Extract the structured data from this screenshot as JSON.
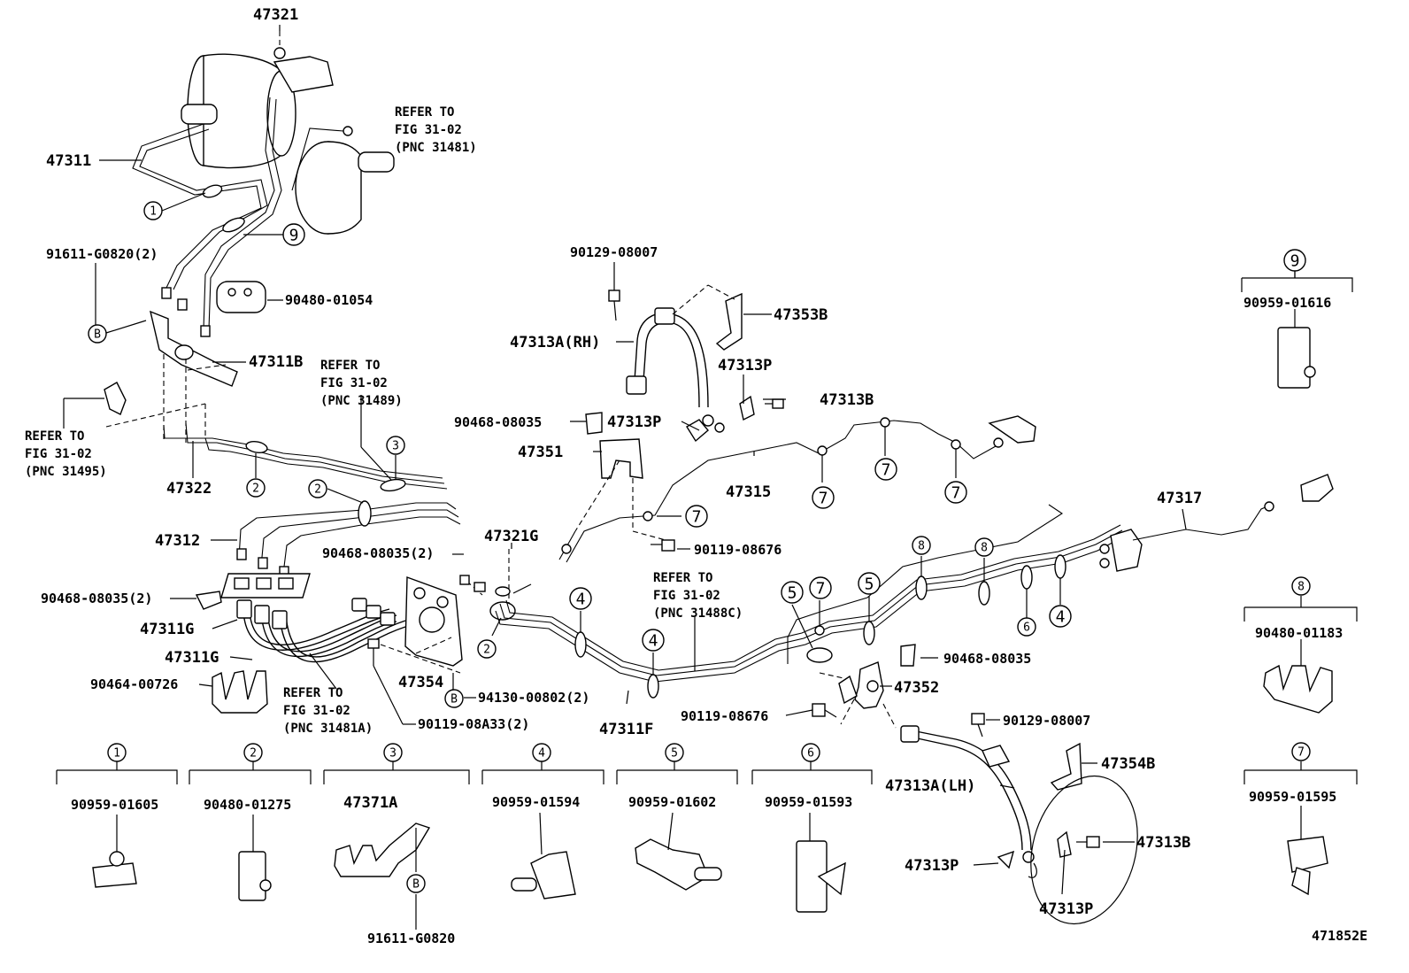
{
  "figure_id": "471852E",
  "parts": {
    "p47321": "47321",
    "p47311": "47311",
    "p91611g0820_2": "91611-G0820(2)",
    "p90480_01054": "90480-01054",
    "p47311b": "47311B",
    "p47322": "47322",
    "p47312": "47312",
    "p90468_08035_2a": "90468-08035(2)",
    "p90468_08035_2b": "90468-08035(2)",
    "p47311g_a": "47311G",
    "p47311g_b": "47311G",
    "p90464_00726": "90464-00726",
    "p47354": "47354",
    "p94130_00802_2": "94130-00802(2)",
    "p90119_08a33_2": "90119-08A33(2)",
    "p47321g": "47321G",
    "p90129_08007a": "90129-08007",
    "p47313a_rh": "47313A(RH)",
    "p47353b": "47353B",
    "p47313p_a": "47313P",
    "p47313b_a": "47313B",
    "p90468_08035a": "90468-08035",
    "p47313p_b": "47313P",
    "p47351": "47351",
    "p47315": "47315",
    "p90119_08676a": "90119-08676",
    "p47317": "47317",
    "p47311f": "47311F",
    "p90468_08035c": "90468-08035",
    "p47352": "47352",
    "p90119_08676b": "90119-08676",
    "p90129_08007b": "90129-08007",
    "p47354b": "47354B",
    "p47313a_lh": "47313A(LH)",
    "p47313b_b": "47313B",
    "p47313p_c": "47313P",
    "p47313p_d": "47313P",
    "p47371a": "47371A",
    "p91611g0820": "91611-G0820"
  },
  "callout_letter": "B",
  "refer_notes": [
    {
      "line1": "REFER TO",
      "line2": "FIG 31-02",
      "line3": "(PNC 31481)"
    },
    {
      "line1": "REFER TO",
      "line2": "FIG 31-02",
      "line3": "(PNC 31489)"
    },
    {
      "line1": "REFER TO",
      "line2": "FIG 31-02",
      "line3": "(PNC 31495)"
    },
    {
      "line1": "REFER TO",
      "line2": "FIG 31-02",
      "line3": "(PNC 31488C)"
    },
    {
      "line1": "REFER TO",
      "line2": "FIG 31-02",
      "line3": "(PNC 31481A)"
    }
  ],
  "legend": [
    {
      "num": "1",
      "part": "90959-01605"
    },
    {
      "num": "2",
      "part": "90480-01275"
    },
    {
      "num": "3",
      "part": ""
    },
    {
      "num": "4",
      "part": "90959-01594"
    },
    {
      "num": "5",
      "part": "90959-01602"
    },
    {
      "num": "6",
      "part": "90959-01593"
    },
    {
      "num": "7",
      "part": "90959-01595"
    },
    {
      "num": "8",
      "part": "90480-01183"
    },
    {
      "num": "9",
      "part": "90959-01616"
    }
  ]
}
